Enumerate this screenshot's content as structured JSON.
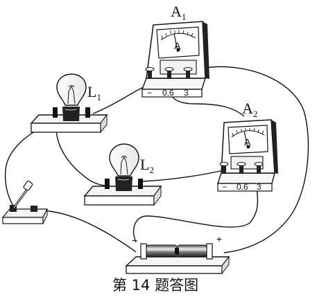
{
  "labels": {
    "ammeter_1": {
      "letter": "A",
      "index": "1"
    },
    "ammeter_2": {
      "letter": "A",
      "index": "2"
    },
    "lamp_1": {
      "letter": "L",
      "index": "1"
    },
    "lamp_2": {
      "letter": "L",
      "index": "2"
    }
  },
  "ammeter_face": {
    "unit_symbol": "A"
  },
  "terminals": {
    "minus": "−",
    "mid": "0.6",
    "max": "3"
  },
  "battery": {
    "minus": "−",
    "plus": "+"
  },
  "caption": "第 14 题答图"
}
